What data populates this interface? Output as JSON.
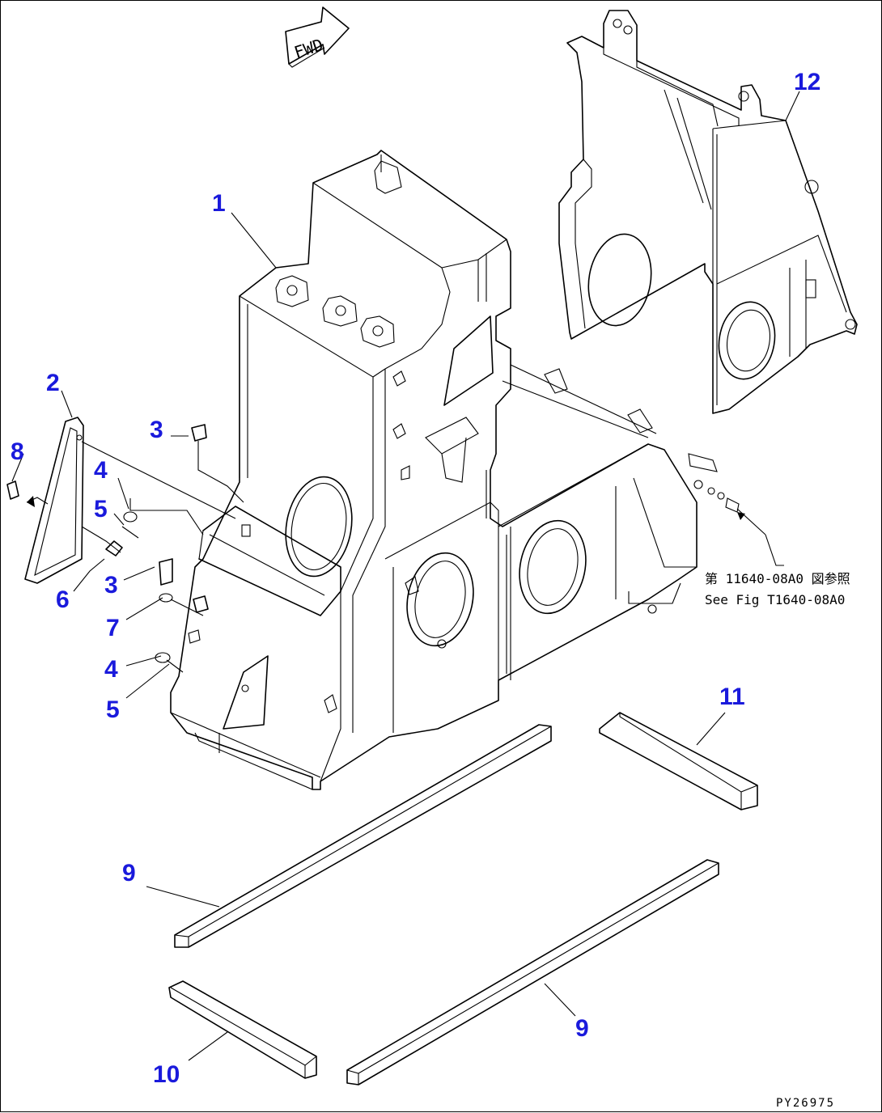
{
  "fwd_label": "FWD",
  "reference_note": {
    "line1": "第 11640-08A0 図参照",
    "line2": "See Fig T1640-08A0"
  },
  "callouts": [
    {
      "id": "c1",
      "text": "1"
    },
    {
      "id": "c2",
      "text": "2"
    },
    {
      "id": "c3a",
      "text": "3"
    },
    {
      "id": "c3b",
      "text": "3"
    },
    {
      "id": "c4a",
      "text": "4"
    },
    {
      "id": "c4b",
      "text": "4"
    },
    {
      "id": "c5a",
      "text": "5"
    },
    {
      "id": "c5b",
      "text": "5"
    },
    {
      "id": "c6",
      "text": "6"
    },
    {
      "id": "c7",
      "text": "7"
    },
    {
      "id": "c8",
      "text": "8"
    },
    {
      "id": "c9a",
      "text": "9"
    },
    {
      "id": "c9b",
      "text": "9"
    },
    {
      "id": "c10",
      "text": "10"
    },
    {
      "id": "c11",
      "text": "11"
    },
    {
      "id": "c12",
      "text": "12"
    }
  ],
  "drawing_id": "PY26975",
  "colors": {
    "callout": "#1a1adc",
    "line": "#000000",
    "background": "#ffffff"
  }
}
